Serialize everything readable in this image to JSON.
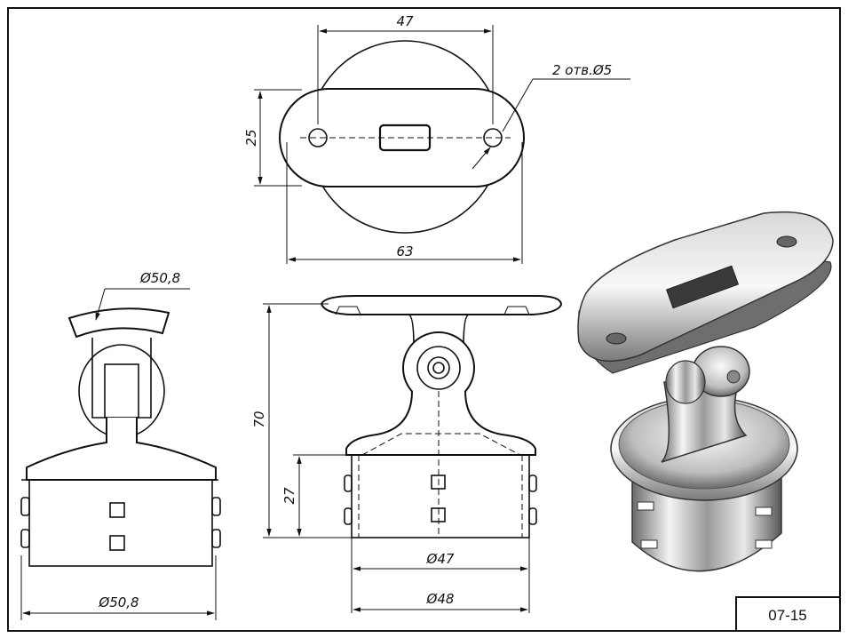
{
  "drawing_code": "07-15",
  "top_view": {
    "dim_hole_spacing": "47",
    "dim_width": "63",
    "dim_height": "25",
    "holes_note": "2 отв.Ø5"
  },
  "side_view": {
    "dim_saddle_diameter": "Ø50,8",
    "dim_base_diameter": "Ø50,8"
  },
  "front_view": {
    "dim_total_height": "70",
    "dim_sleeve_height": "27",
    "dim_inner_diameter": "Ø47",
    "dim_outer_diameter": "Ø48"
  }
}
